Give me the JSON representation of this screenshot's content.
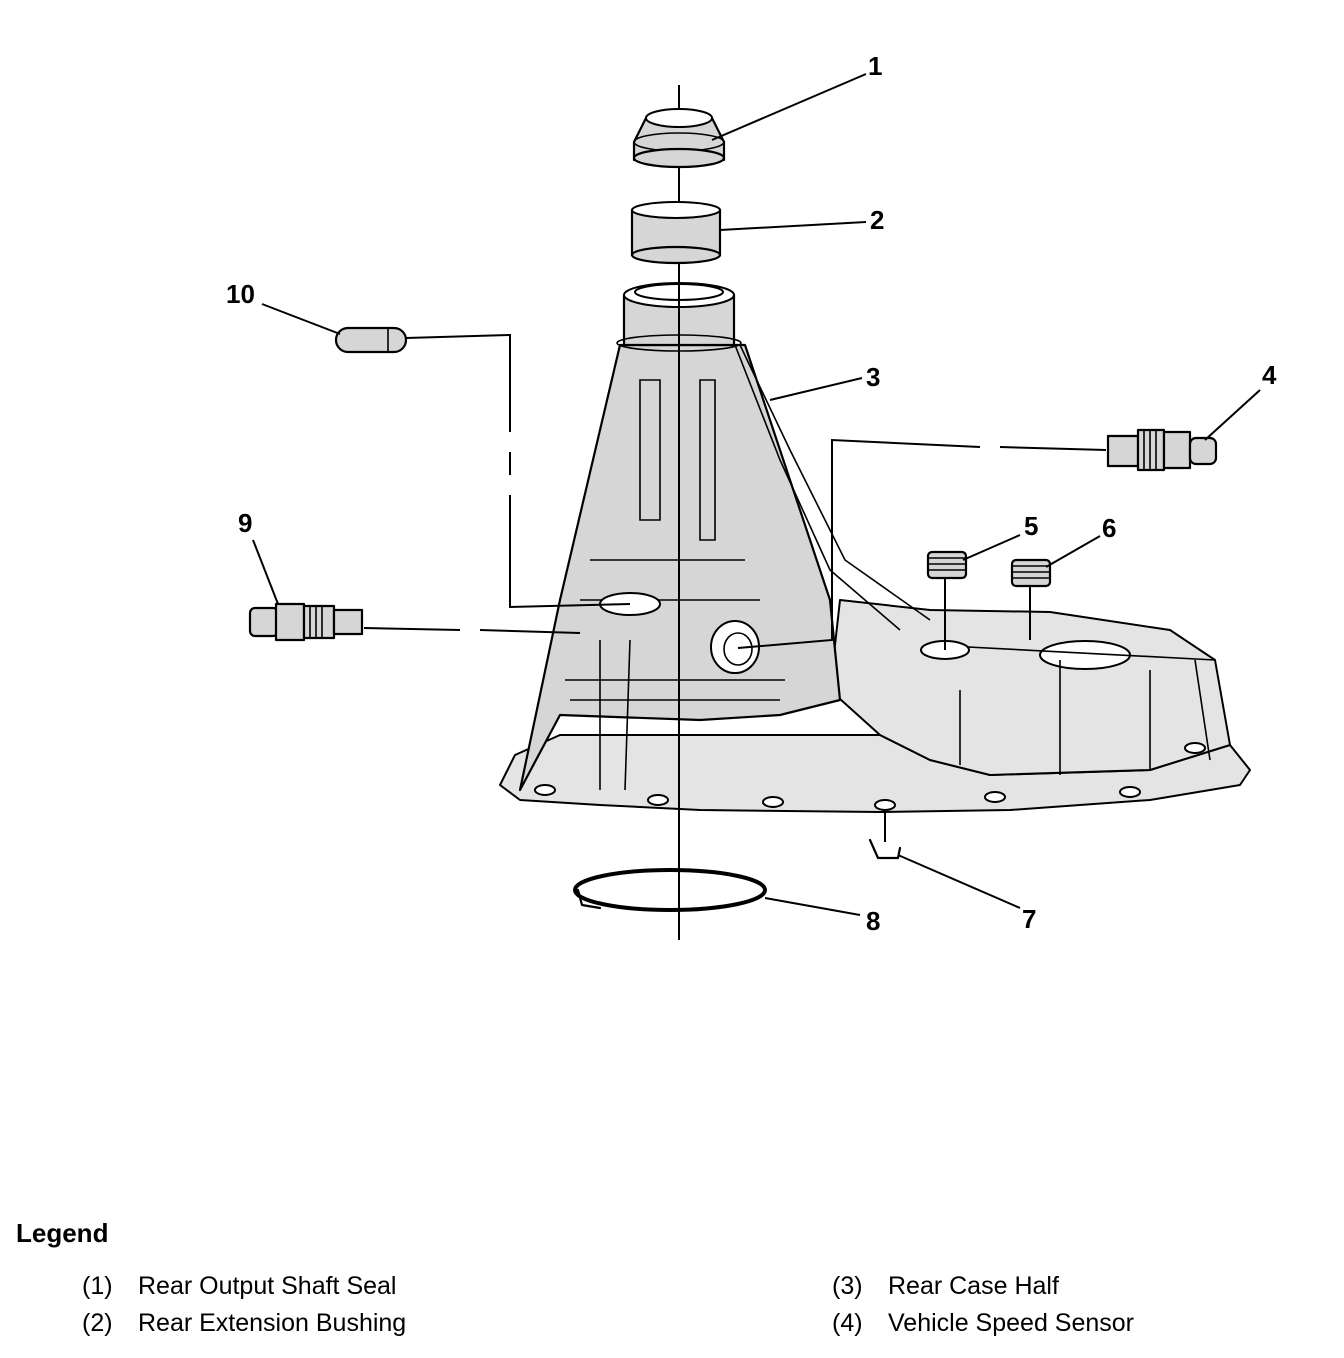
{
  "callouts": [
    {
      "n": "1"
    },
    {
      "n": "2"
    },
    {
      "n": "3"
    },
    {
      "n": "4"
    },
    {
      "n": "5"
    },
    {
      "n": "6"
    },
    {
      "n": "7"
    },
    {
      "n": "8"
    },
    {
      "n": "9"
    },
    {
      "n": "10"
    }
  ],
  "legend": {
    "title": "Legend",
    "items": [
      {
        "num": "(1)",
        "label": "Rear Output Shaft Seal"
      },
      {
        "num": "(2)",
        "label": "Rear Extension Bushing"
      },
      {
        "num": "(3)",
        "label": "Rear Case Half"
      },
      {
        "num": "(4)",
        "label": "Vehicle Speed Sensor"
      }
    ]
  }
}
